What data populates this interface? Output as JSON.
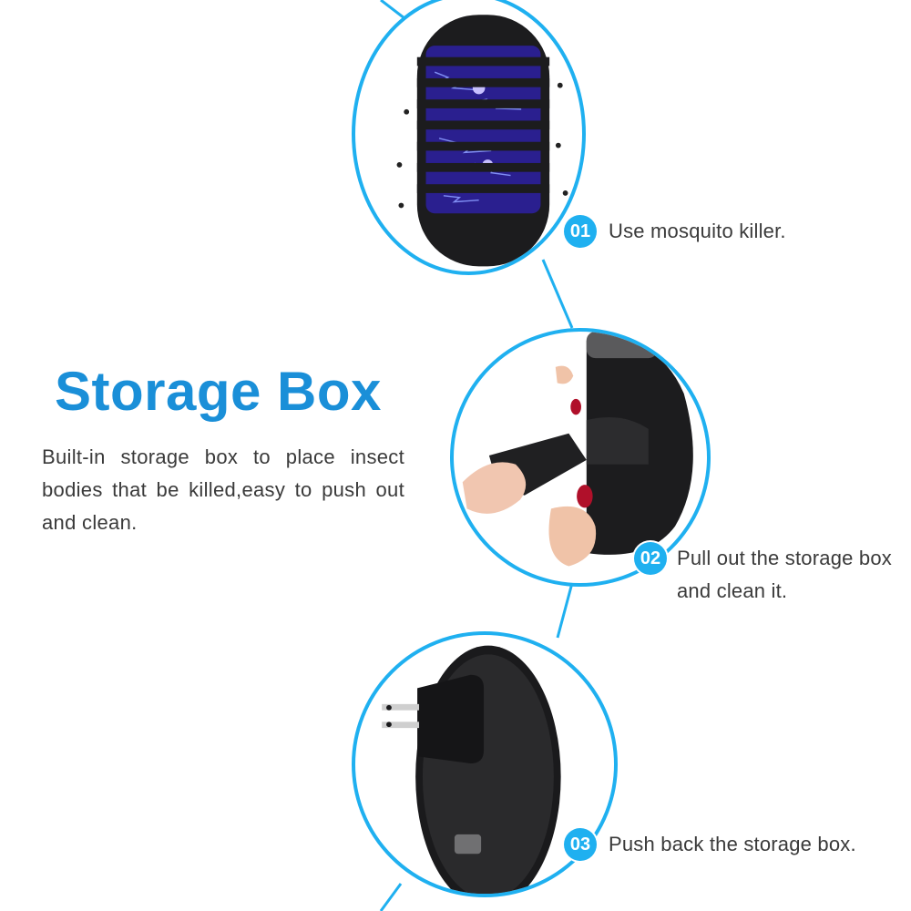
{
  "heading": {
    "title": "Storage Box",
    "description": "Built-in storage box to place insect bodies that be killed,easy to push out and clean."
  },
  "steps": [
    {
      "number": "01",
      "text": "Use mosquito killer."
    },
    {
      "number": "02",
      "text": "Pull out the storage box and clean it."
    },
    {
      "number": "03",
      "text": "Push back the storage box."
    }
  ],
  "colors": {
    "title": "#1a8fd8",
    "accent": "#1fb0f0",
    "text": "#3a3a3a",
    "device": "#1c1c1e",
    "uv_light": "#3b2bd6"
  }
}
